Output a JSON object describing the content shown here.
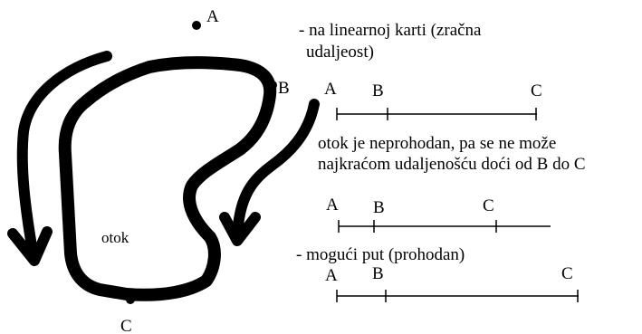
{
  "points": {
    "a": "A",
    "b": "B",
    "c": "C"
  },
  "island_label": "otok",
  "note_linear": [
    "- na linearnoj karti (zračna",
    "udaljeost)"
  ],
  "note_impassable": [
    "otok je neprohodan, pa se ne može",
    "najkraćom udaljenošću doći od B do C"
  ],
  "note_possible": "- mogući put (prohodan)",
  "lines": [
    {
      "a": "A",
      "b": "B",
      "c": "C"
    },
    {
      "a": "A",
      "b": "B",
      "c": "C"
    },
    {
      "a": "A",
      "b": "B",
      "c": "C"
    }
  ]
}
